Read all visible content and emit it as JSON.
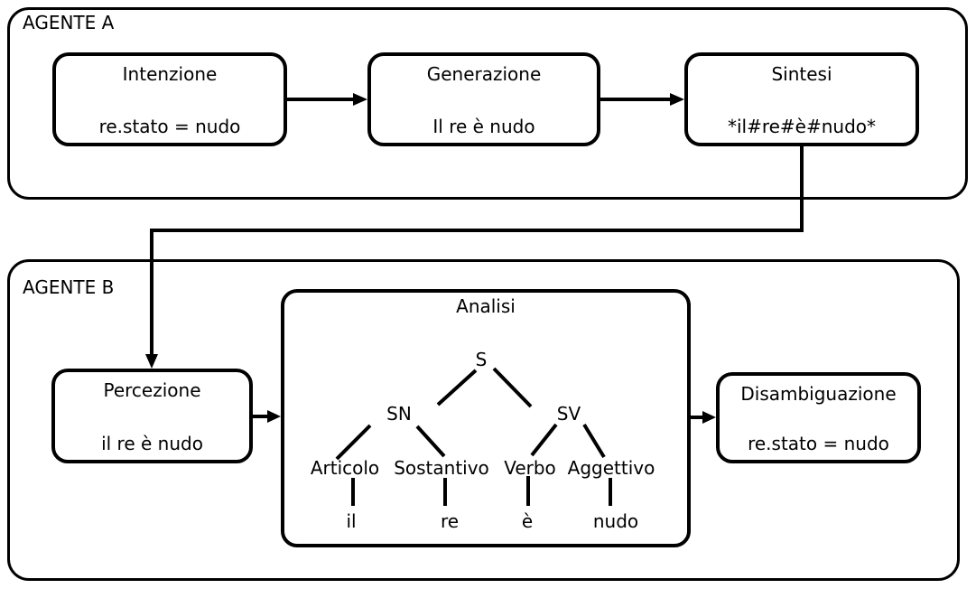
{
  "diagram": {
    "agent_a": {
      "label": "AGENTE A",
      "intenzione": {
        "title": "Intenzione",
        "value": "re.stato = nudo"
      },
      "generazione": {
        "title": "Generazione",
        "value": "Il re è nudo"
      },
      "sintesi": {
        "title": "Sintesi",
        "value": "*il#re#è#nudo*"
      }
    },
    "agent_b": {
      "label": "AGENTE B",
      "percezione": {
        "title": "Percezione",
        "value": "il re è nudo"
      },
      "analisi": {
        "title": "Analisi"
      },
      "disambiguazione": {
        "title": "Disambiguazione",
        "value": "re.stato = nudo"
      }
    },
    "tree": {
      "root": "S",
      "noun_phrase": "SN",
      "verb_phrase": "SV",
      "articolo": "Articolo",
      "sostantivo": "Sostantivo",
      "verbo": "Verbo",
      "aggettivo": "Aggettivo",
      "leaf_il": "il",
      "leaf_re": "re",
      "leaf_e": "è",
      "leaf_nudo": "nudo"
    },
    "colors": {
      "stroke": "#000000",
      "background": "#ffffff"
    }
  }
}
